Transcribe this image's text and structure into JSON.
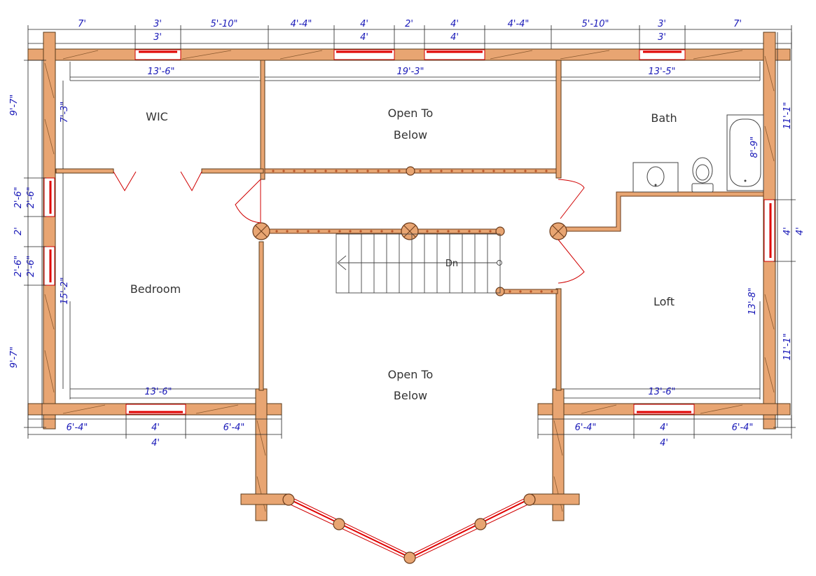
{
  "rooms": {
    "wic": "WIC",
    "open_top_1": "Open To",
    "open_top_2": "Below",
    "bath": "Bath",
    "bedroom": "Bedroom",
    "loft": "Loft",
    "open_bottom_1": "Open To",
    "open_bottom_2": "Below"
  },
  "top_dims": [
    "7'",
    "3'",
    "5'-10\"",
    "4'-4\"",
    "4'",
    "2'",
    "4'",
    "4'-4\"",
    "5'-10\"",
    "3'",
    "7'"
  ],
  "top_window_dims": [
    "3'",
    "4'",
    "4'",
    "3'"
  ],
  "room_width_dims": {
    "wic": "13'-6\"",
    "open": "19'-3\"",
    "bath": "13'-5\"",
    "bedroom": "13'-6\"",
    "loft": "13'-6\""
  },
  "left_dims": {
    "outer_top": "9'-7\"",
    "inner_top": "7'-3\"",
    "win1_outer": "2'-6\"",
    "win1_inner": "2'-6\"",
    "mid": "2'",
    "win2_outer": "2'-6\"",
    "win2_inner": "2'-6\"",
    "inner_bottom": "15'-2\"",
    "outer_bottom": "9'-7\""
  },
  "right_dims": {
    "outer_top": "11'-1\"",
    "tub": "8'-9\"",
    "win_inner": "4'",
    "win_outer": "4'",
    "loft": "13'-8\"",
    "outer_bottom": "11'-1\""
  },
  "stair_label": "Dn",
  "bottom_left_dims": [
    "6'-4\"",
    "4'",
    "6'-4\""
  ],
  "bottom_left_window": "4'",
  "bottom_right_dims": [
    "6'-4\"",
    "4'",
    "6'-4\""
  ],
  "bottom_right_window": "4'",
  "colors": {
    "log": "#e8a572",
    "dimension_text": "#1a1ab8",
    "window": "#e00000"
  }
}
